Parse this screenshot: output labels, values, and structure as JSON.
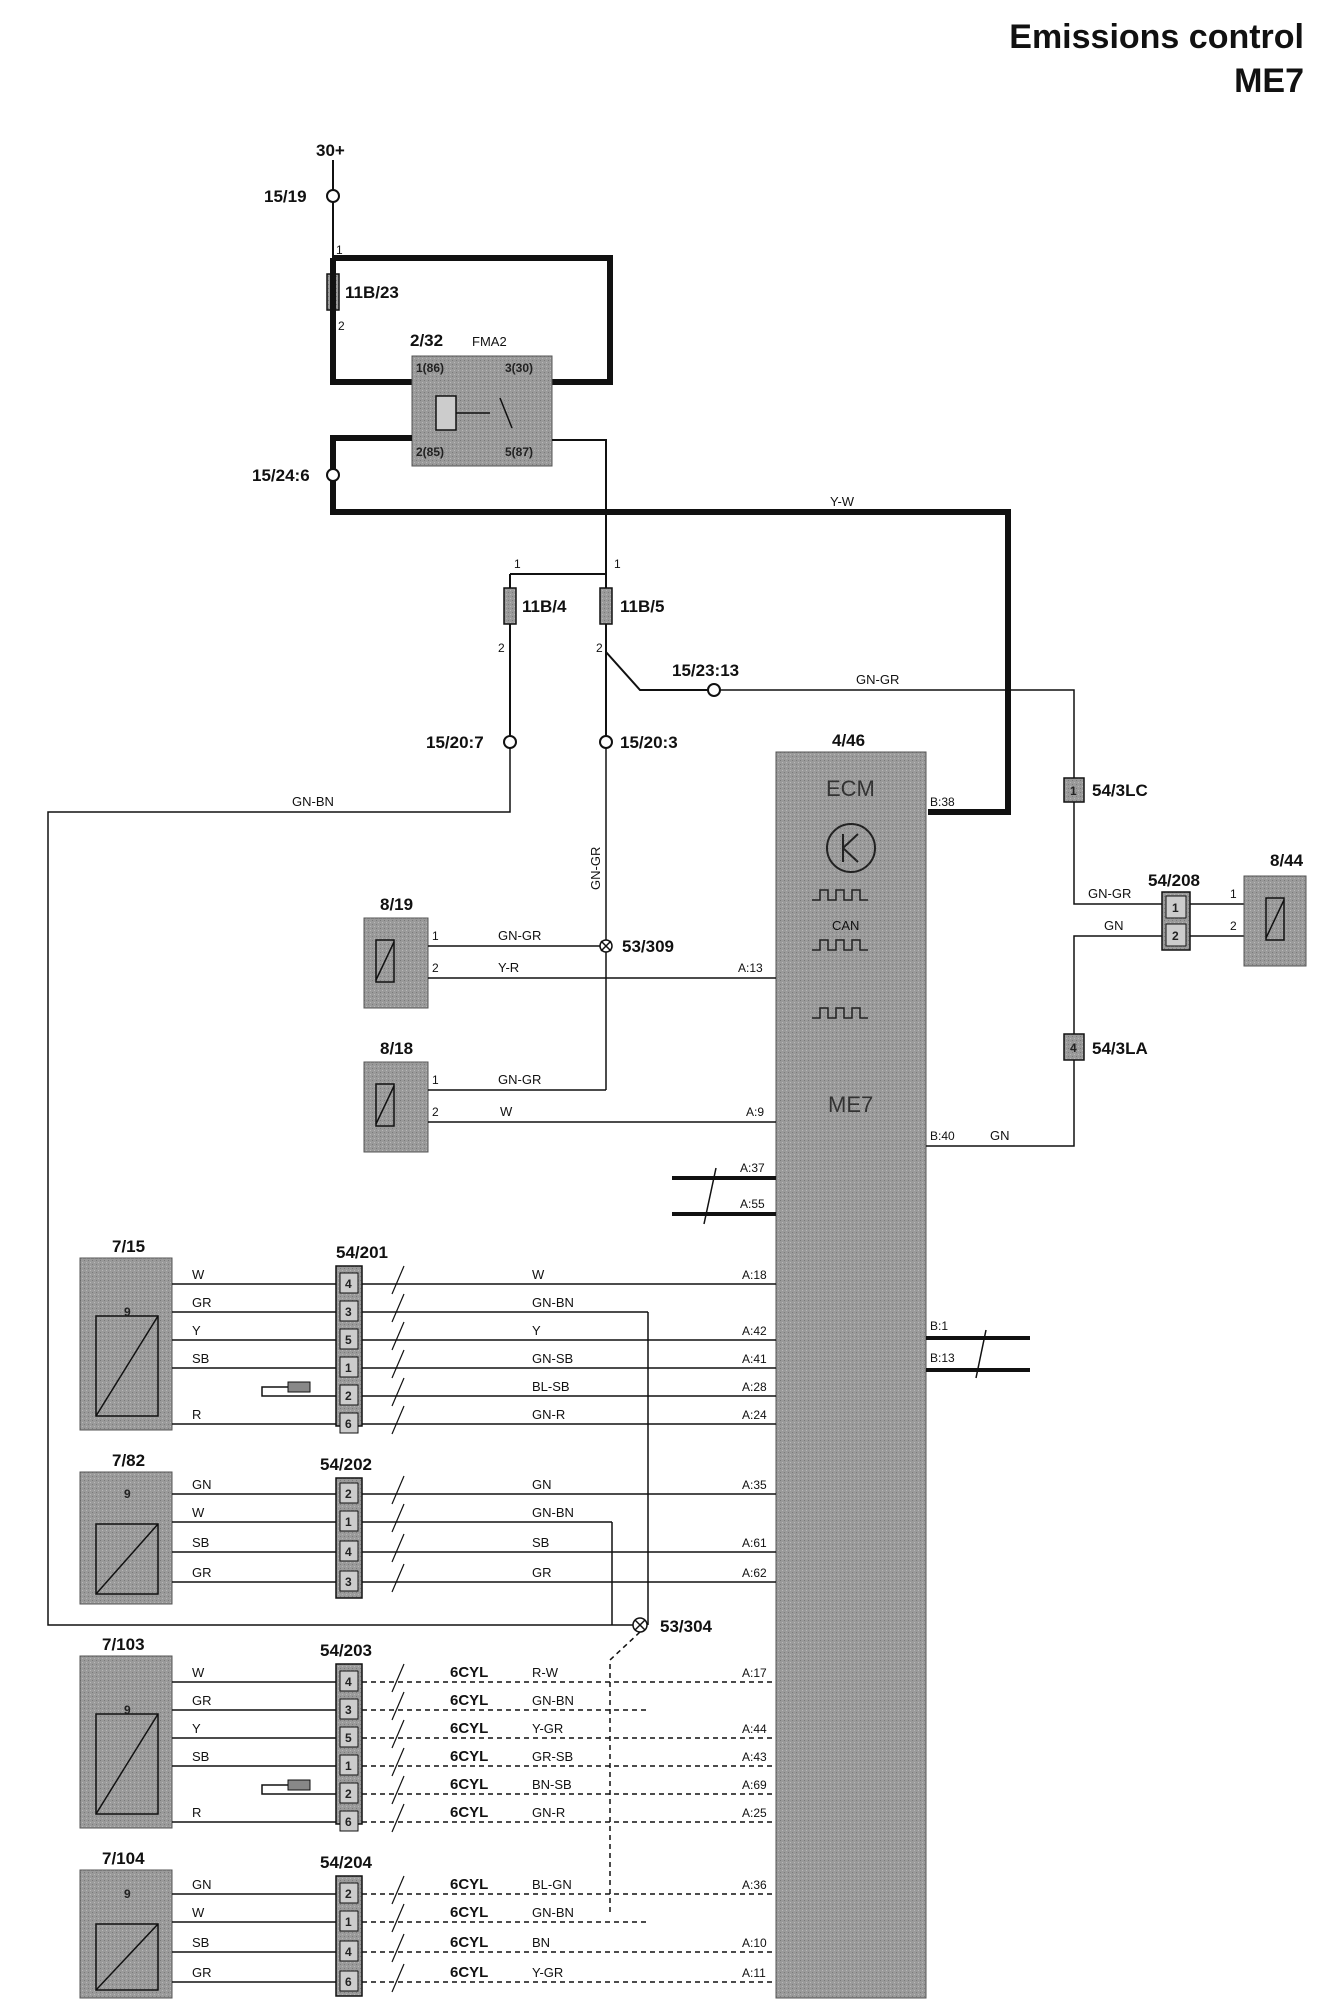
{
  "title": {
    "line1": "Emissions control",
    "line2": "ME7"
  },
  "supply": {
    "terminal": "30+",
    "node_15_19": "15/19",
    "node_15_24_6": "15/24:6",
    "node_15_23_13": "15/23:13",
    "node_15_20_7": "15/20:7",
    "node_15_20_3": "15/20:3"
  },
  "fuses": {
    "f1": "11B/23",
    "f2": "11B/4",
    "f3": "11B/5",
    "pin1": "1",
    "pin2": "2"
  },
  "relay": {
    "id": "2/32",
    "name": "FMA2",
    "p1": "1(86)",
    "p2": "2(85)",
    "p3": "3(30)",
    "p5": "5(87)"
  },
  "ecm": {
    "id": "4/46",
    "name": "ECM",
    "can": "CAN",
    "me7": "ME7"
  },
  "ecm_pins": {
    "b38": "B:38",
    "a13": "A:13",
    "a9": "A:9",
    "b40": "B:40",
    "a37": "A:37",
    "a55": "A:55",
    "a18": "A:18",
    "a42": "A:42",
    "a41": "A:41",
    "a28": "A:28",
    "a24": "A:24",
    "b1": "B:1",
    "b13": "B:13",
    "a35": "A:35",
    "a61": "A:61",
    "a62": "A:62",
    "a17": "A:17",
    "a44": "A:44",
    "a43": "A:43",
    "a69": "A:69",
    "a25": "A:25",
    "a36": "A:36",
    "a10": "A:10",
    "a11": "A:11"
  },
  "wire_colors": {
    "yw": "Y-W",
    "gngr": "GN-GR",
    "gnbn": "GN-BN",
    "yr": "Y-R",
    "w": "W",
    "gn": "GN",
    "gr": "GR",
    "y": "Y",
    "sb": "SB",
    "r": "R",
    "gnsb": "GN-SB",
    "blsb": "BL-SB",
    "gnr": "GN-R",
    "rw": "R-W",
    "ygr": "Y-GR",
    "grsb": "GR-SB",
    "bnsb": "BN-SB",
    "blgn": "BL-GN",
    "bn": "BN"
  },
  "components": {
    "c819": "8/19",
    "c818": "8/18",
    "c844": "8/44",
    "c715": "7/15",
    "c782": "7/82",
    "c7103": "7/103",
    "c7104": "7/104",
    "j53309": "53/309",
    "j53304": "53/304",
    "k54201": "54/201",
    "k54202": "54/202",
    "k54203": "54/203",
    "k54204": "54/204",
    "k54208": "54/208",
    "k543lc": "54/3LC",
    "k543la": "54/3LA"
  },
  "connector_pins": {
    "p1": "1",
    "p2": "2",
    "p3": "3",
    "p4": "4",
    "p5": "5",
    "p6": "6",
    "p9": "9"
  },
  "variant": "6CYL"
}
